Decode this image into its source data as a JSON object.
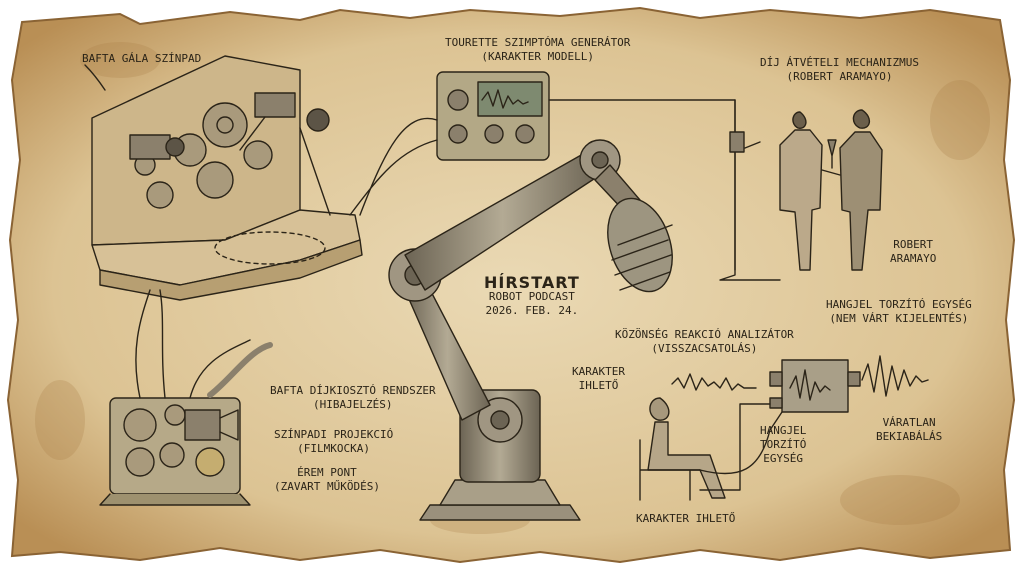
{
  "center": {
    "title": "HÍRSTART",
    "subtitle": "ROBOT PODCAST",
    "date": "2026. FEB. 24."
  },
  "labels": {
    "bafta_stage": "BAFTA GÁLA SZÍNPAD",
    "tourette_title": "TOURETTE SZIMPTÓMA GENERÁTOR",
    "tourette_sub": "(KARAKTER MODELL)",
    "award_title": "DÍJ ÁTVÉTELI MECHANIZMUS",
    "award_sub": "(ROBERT ARAMAYO)",
    "robert_1": "ROBERT",
    "robert_2": "ARAMAYO",
    "distort_title": "HANGJEL TORZÍTÓ EGYSÉG",
    "distort_sub": "(NEM VÁRT KIJELENTÉS)",
    "audience_title": "KÖZÖNSÉG REAKCIÓ ANALIZÁTOR",
    "audience_sub": "(VISSZACSATOLÁS)",
    "char_insp_1": "KARAKTER",
    "char_insp_2": "IHLETŐ",
    "unexpected_1": "VÁRATLAN",
    "unexpected_2": "BEKIABÁLÁS",
    "unit_1": "HANGJEL",
    "unit_2": "TORZÍTÓ",
    "unit_3": "EGYSÉG",
    "char_insp_bottom": "KARAKTER IHLETŐ",
    "bafta_system": "BAFTA DÍJKIOSZTÓ RENDSZER",
    "bafta_system_sub": "(HIBAJELZÉS)",
    "projection": "SZÍNPADI PROJEKCIÓ",
    "projection_sub": "(FILMKOCKA)",
    "medal": "ÉREM PONT",
    "medal_sub": "(ZAVART MŰKÖDÉS)"
  },
  "colors": {
    "paper": "#e3cfa6",
    "paper_edge": "#b98f55",
    "ink": "#2b2418",
    "metal": "#8b806c"
  }
}
